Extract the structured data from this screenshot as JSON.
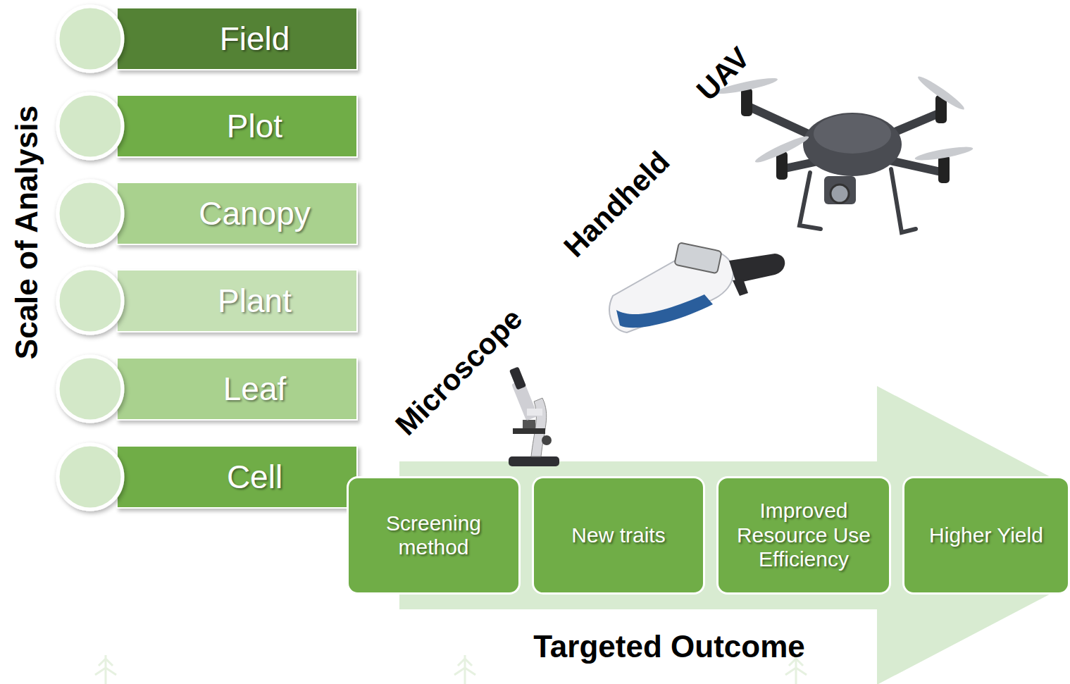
{
  "diagram": {
    "nodes": [
      {
        "text": [
          "Field"
        ]
      },
      {
        "text": [
          "Plot"
        ]
      },
      {
        "text": [
          "Canopy"
        ]
      },
      {
        "text": [
          "Plant"
        ]
      },
      {
        "text": [
          "Leaf"
        ]
      },
      {
        "text": [
          "Cell"
        ]
      },
      {
        "text": [
          "Screening method"
        ]
      },
      {
        "text": [
          "New traits"
        ]
      },
      {
        "text": [
          "Improved Resource Use Efficiency"
        ]
      },
      {
        "text": [
          "Higher Yield"
        ]
      }
    ],
    "labels": [
      "Scale of Analysis",
      "UAV",
      "Handheld",
      "Microscope",
      "Targeted Outcome"
    ]
  }
}
